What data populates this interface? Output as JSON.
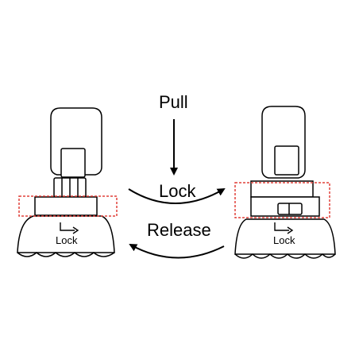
{
  "labels": {
    "pull": "Pull",
    "lock": "Lock",
    "release": "Release",
    "left_cap_lock": "Lock",
    "right_cap_lock": "Lock"
  },
  "colors": {
    "ink": "#000000",
    "highlight": "#e0403a",
    "fill": "#ffffff"
  },
  "icons": {
    "cap_arrow": "bent-arrow-right-icon"
  }
}
